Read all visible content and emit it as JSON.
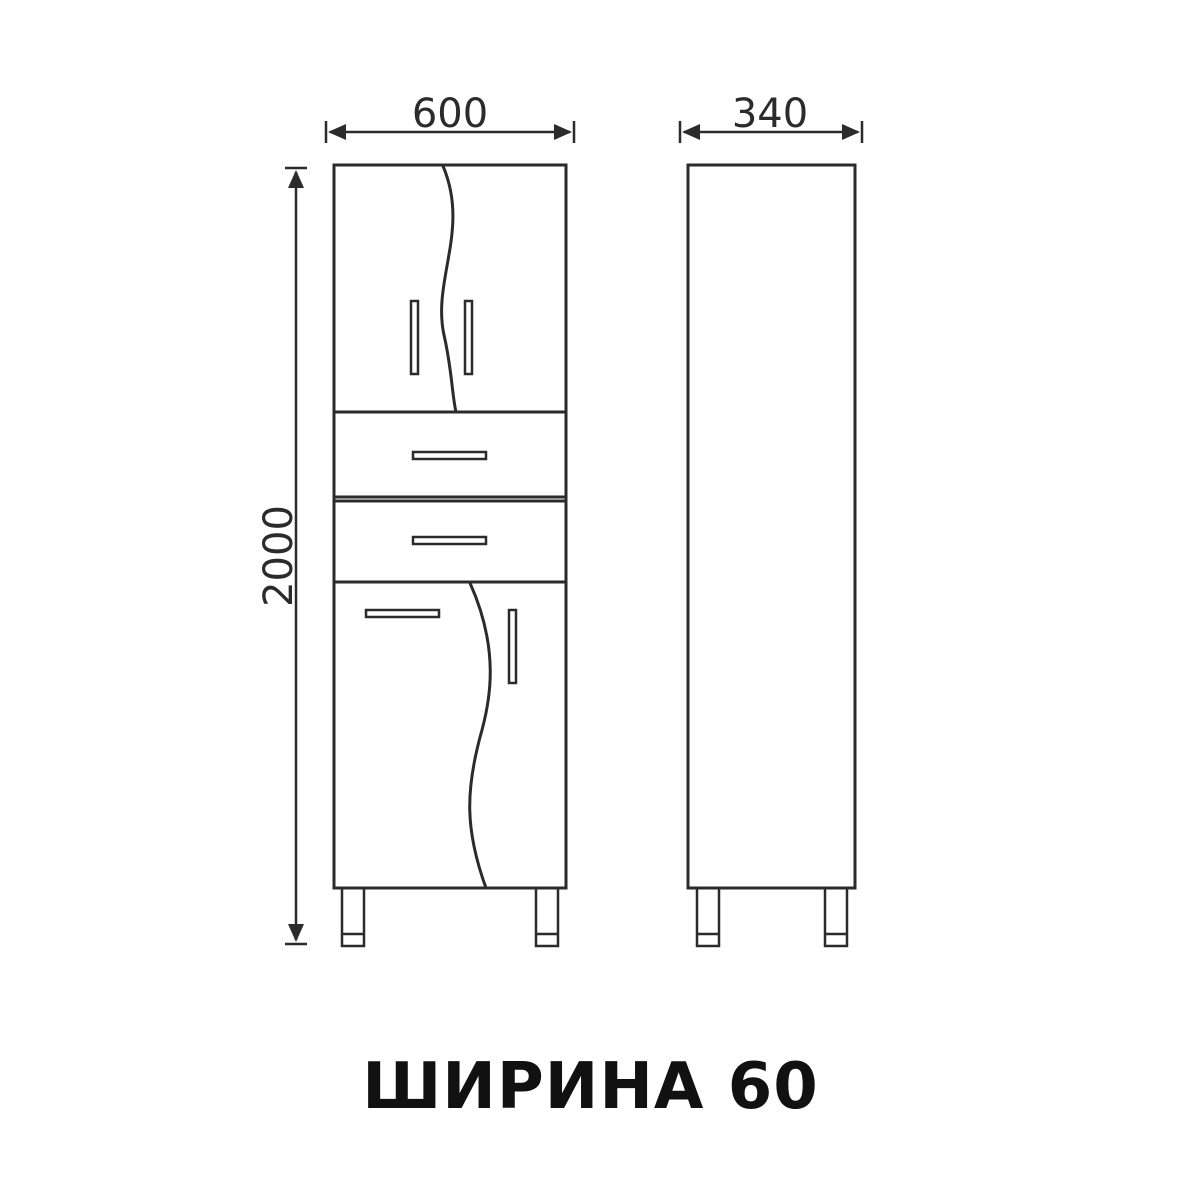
{
  "dimensions": {
    "width": "600",
    "depth": "340",
    "height": "2000"
  },
  "caption": "ШИРИНА 60",
  "colors": {
    "line": "#2b2b2b",
    "background": "#ffffff"
  }
}
